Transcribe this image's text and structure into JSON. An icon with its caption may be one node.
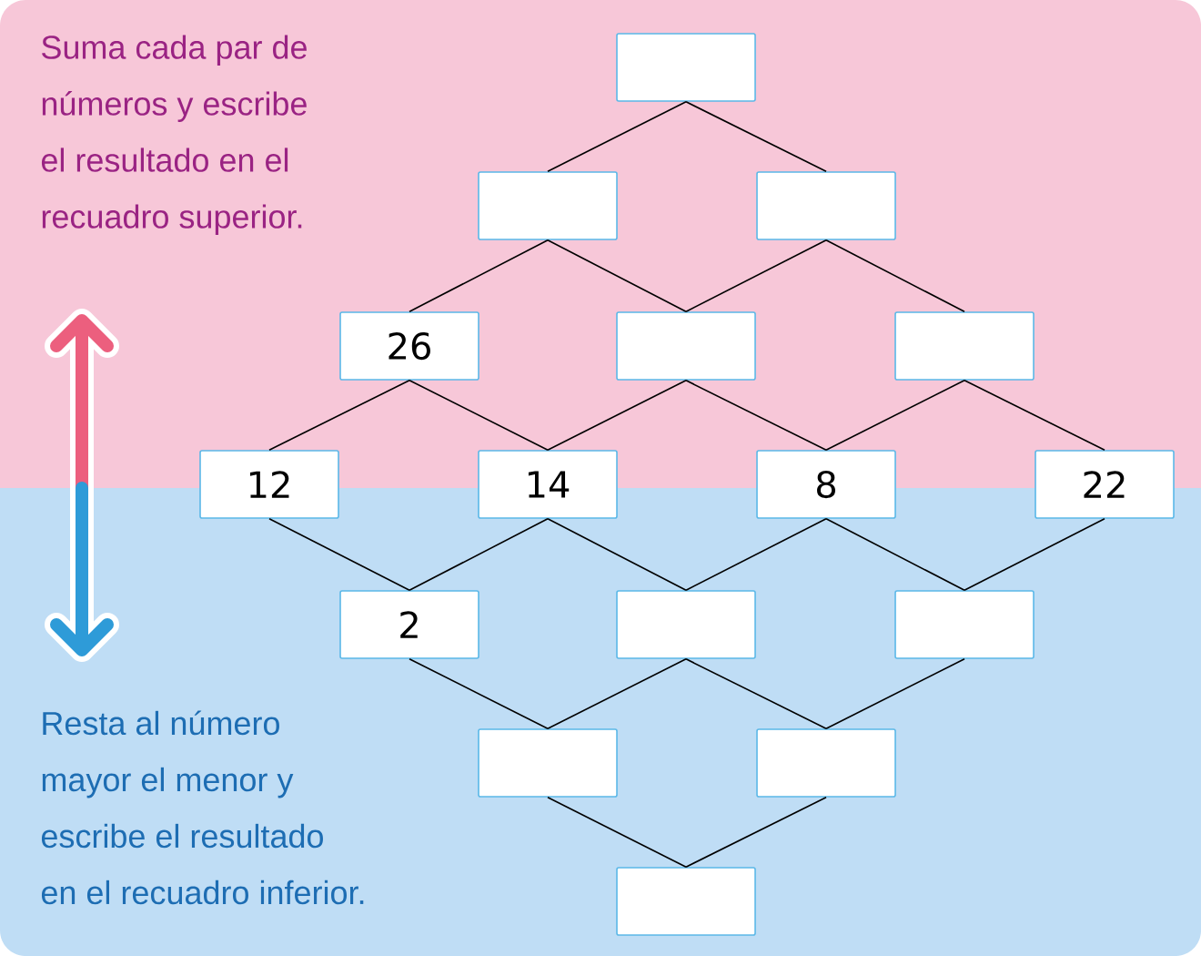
{
  "diagram": {
    "nodes": [
      {
        "text": [],
        "shape": "box"
      },
      {
        "text": [],
        "shape": "box"
      },
      {
        "text": [],
        "shape": "box"
      },
      {
        "text": [
          "26"
        ]
      },
      {
        "text": [],
        "shape": "box"
      },
      {
        "text": [],
        "shape": "box"
      },
      {
        "text": [
          "12"
        ]
      },
      {
        "text": [
          "14"
        ]
      },
      {
        "text": [
          "8"
        ]
      },
      {
        "text": [
          "22"
        ]
      },
      {
        "text": [
          "2"
        ]
      },
      {
        "text": [],
        "shape": "box"
      },
      {
        "text": [],
        "shape": "box"
      },
      {
        "text": [],
        "shape": "box"
      },
      {
        "text": [],
        "shape": "box"
      },
      {
        "text": [],
        "shape": "box"
      }
    ],
    "edges": [
      {
        "from": 0,
        "to": 1,
        "arrow": "none"
      },
      {
        "from": 0,
        "to": 2,
        "arrow": "none"
      },
      {
        "from": 1,
        "to": 3,
        "arrow": "none"
      },
      {
        "from": 1,
        "to": 4,
        "arrow": "none"
      },
      {
        "from": 2,
        "to": 4,
        "arrow": "none"
      },
      {
        "from": 2,
        "to": 5,
        "arrow": "none"
      },
      {
        "from": 3,
        "to": 6,
        "arrow": "none"
      },
      {
        "from": 3,
        "to": 7,
        "arrow": "none"
      },
      {
        "from": 4,
        "to": 7,
        "arrow": "none"
      },
      {
        "from": 4,
        "to": 8,
        "arrow": "none"
      },
      {
        "from": 5,
        "to": 8,
        "arrow": "none"
      },
      {
        "from": 5,
        "to": 9,
        "arrow": "none"
      },
      {
        "from": 6,
        "to": 10,
        "arrow": "none"
      },
      {
        "from": 7,
        "to": 10,
        "arrow": "none"
      },
      {
        "from": 7,
        "to": 11,
        "arrow": "none"
      },
      {
        "from": 8,
        "to": 11,
        "arrow": "none"
      },
      {
        "from": 8,
        "to": 12,
        "arrow": "none"
      },
      {
        "from": 9,
        "to": 12,
        "arrow": "none"
      },
      {
        "from": 10,
        "to": 13,
        "arrow": "none"
      },
      {
        "from": 11,
        "to": 13,
        "arrow": "none"
      },
      {
        "from": 11,
        "to": 14,
        "arrow": "none"
      },
      {
        "from": 12,
        "to": 14,
        "arrow": "none"
      },
      {
        "from": 13,
        "to": 15,
        "arrow": "none"
      },
      {
        "from": 14,
        "to": 15,
        "arrow": "none"
      }
    ],
    "labels": [
      "Suma cada par de números y escribe el resultado en el recuadro superior.",
      "Resta al número mayor el menor y escribe el resultado en el recuadro inferior."
    ]
  }
}
